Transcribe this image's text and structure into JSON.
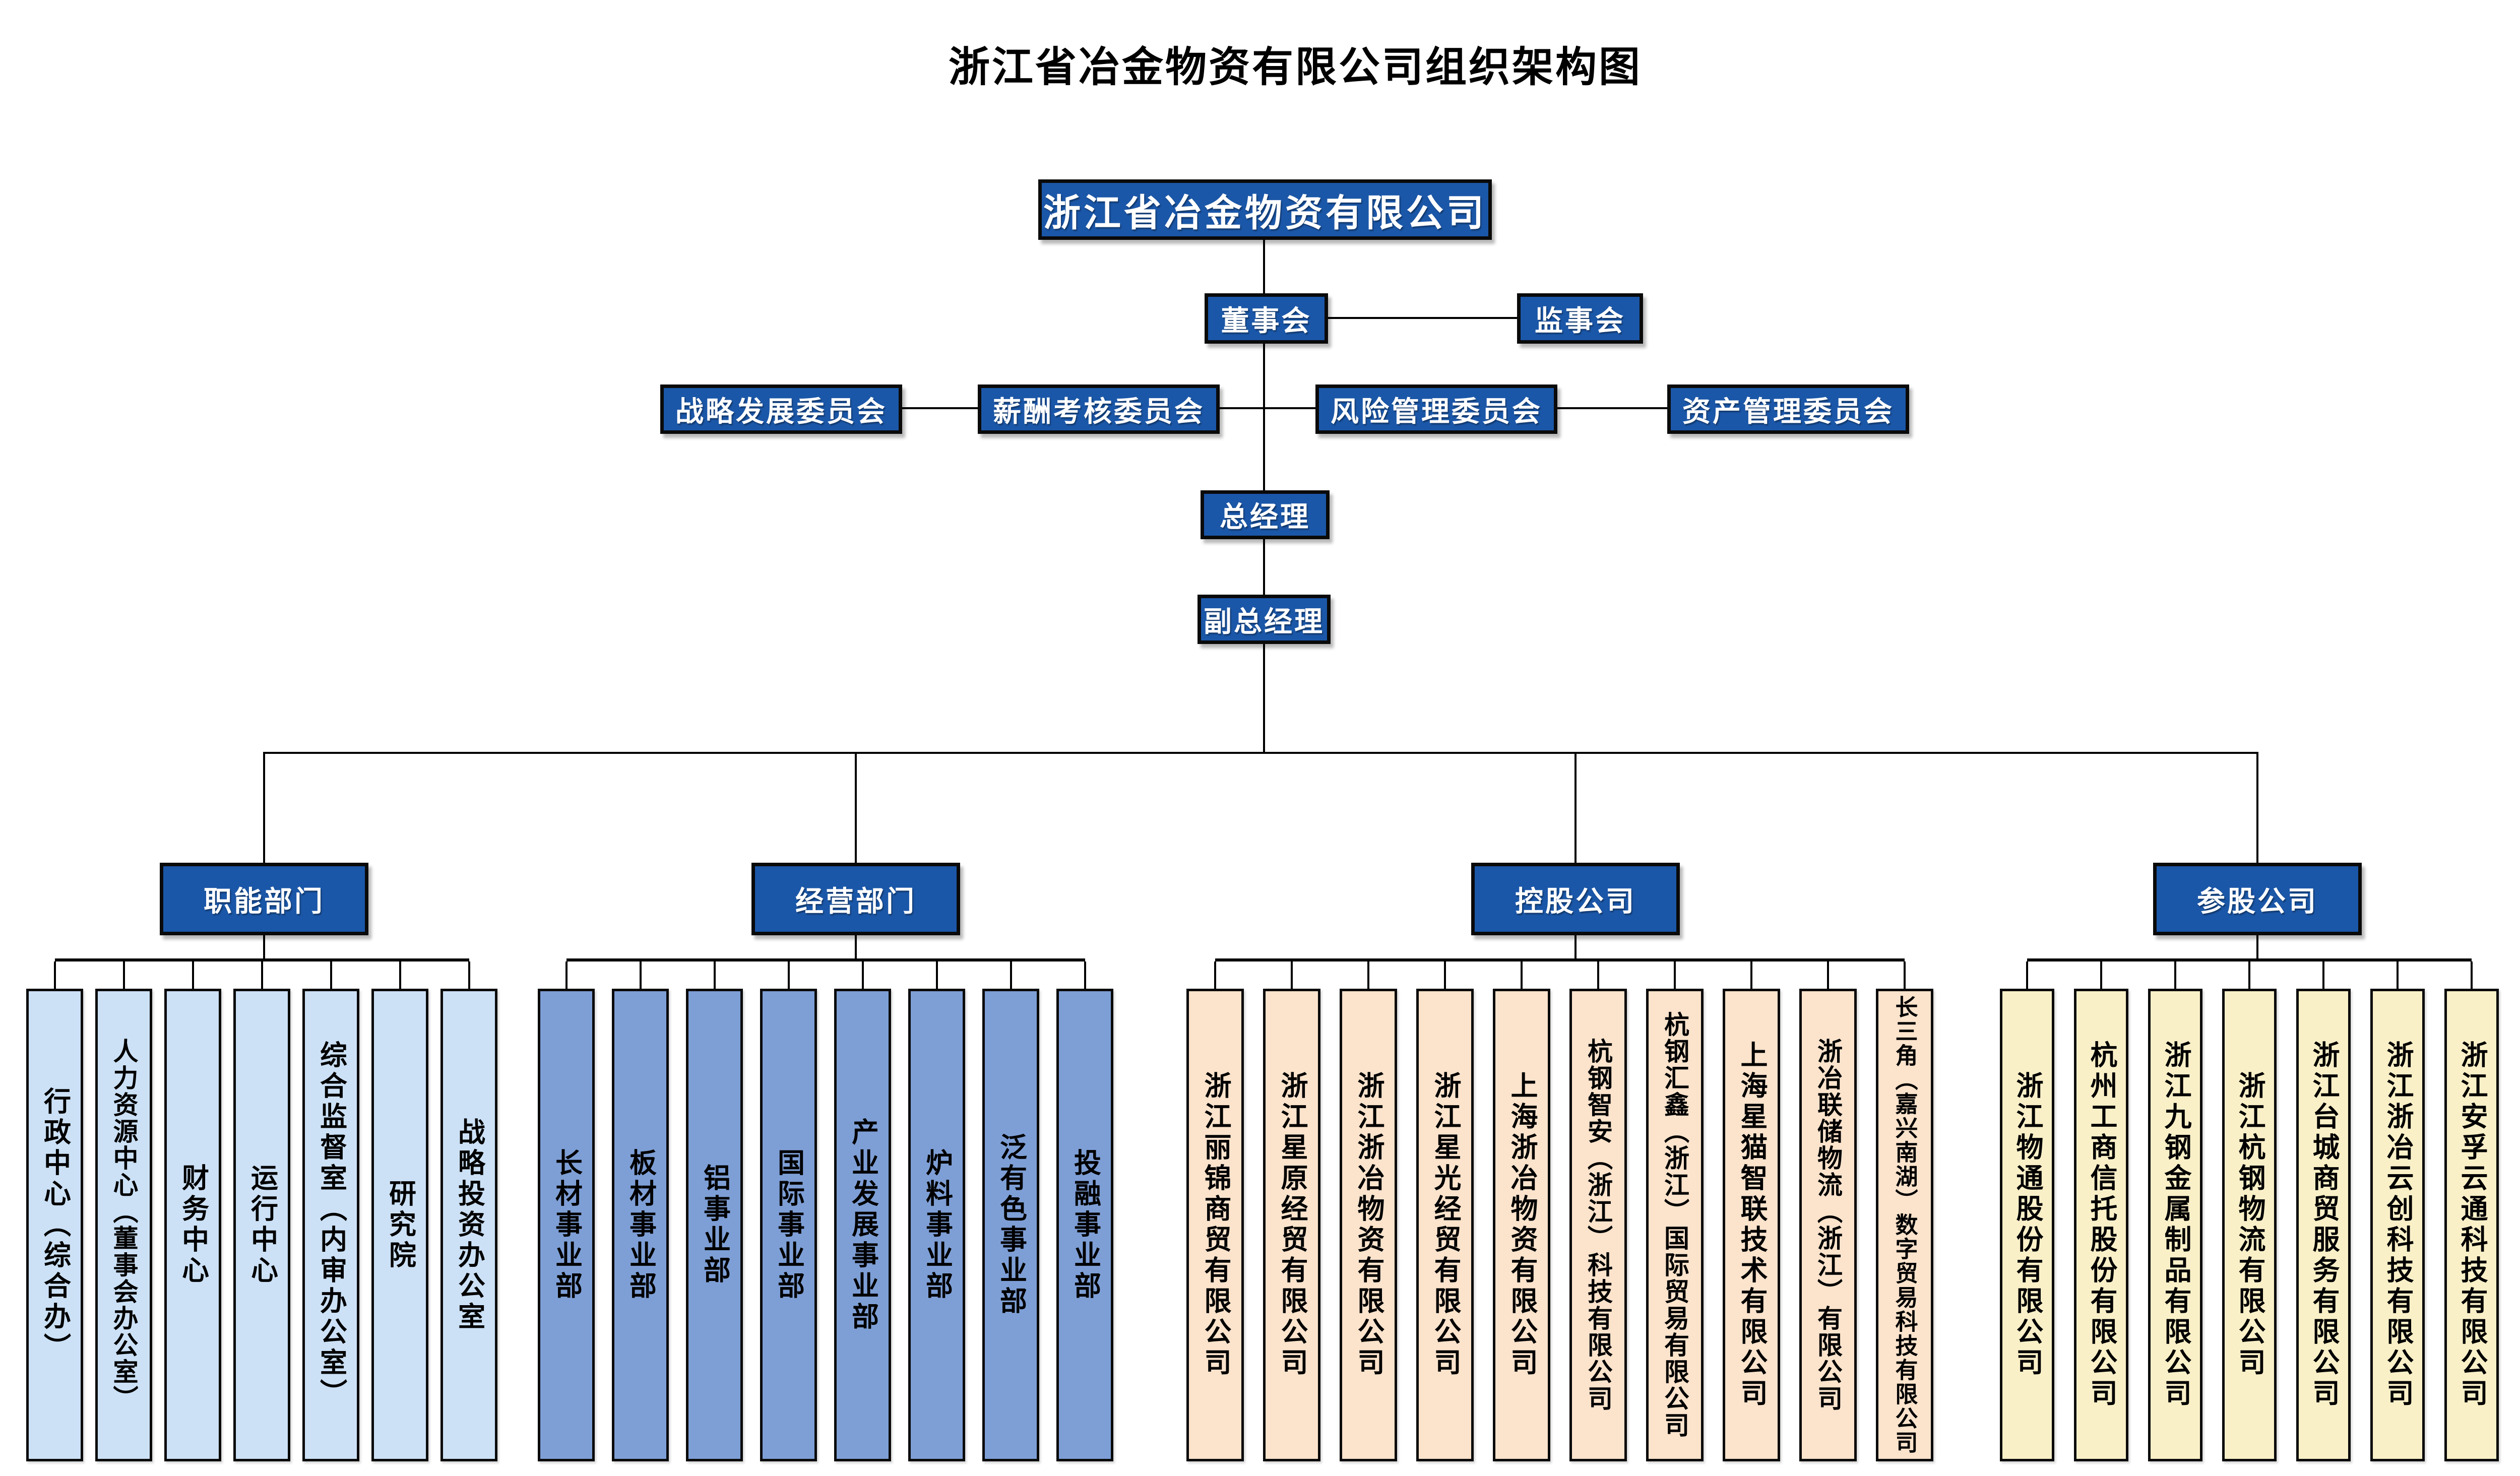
{
  "title": "浙江省冶金物资有限公司组织架构图",
  "root": {
    "label": "浙江省冶金物资有限公司"
  },
  "governance": {
    "board": "董事会",
    "supervisory": "监事会"
  },
  "committees": [
    "战略发展委员会",
    "薪酬考核委员会",
    "风险管理委员会",
    "资产管理委员会"
  ],
  "management": {
    "gm": "总经理",
    "dgm": "副总经理"
  },
  "branches": [
    {
      "label": "职能部门",
      "fill": "#CCE1F6",
      "items": [
        "行政中心（综合办）",
        "人力资源中心（董事会办公室）",
        "财务中心",
        "运行中心",
        "综合监督室（内审办公室）",
        "研究院",
        "战略投资办公室"
      ]
    },
    {
      "label": "经营部门",
      "fill": "#7E9FD6",
      "items": [
        "长材事业部",
        "板材事业部",
        "铝事业部",
        "国际事业部",
        "产业发展事业部",
        "炉料事业部",
        "泛有色事业部",
        "投融事业部"
      ]
    },
    {
      "label": "控股公司",
      "fill": "#FBE3CC",
      "items": [
        "浙江丽锦商贸有限公司",
        "浙江星原经贸有限公司",
        "浙江浙冶物资有限公司",
        "浙江星光经贸有限公司",
        "上海浙冶物资有限公司",
        "杭钢智安（浙江）科技有限公司",
        "杭钢汇鑫（浙江）国际贸易有限公司",
        "上海星猫智联技术有限公司",
        "浙冶联储物流（浙江）有限公司",
        "长三角（嘉兴南湖）数字贸易科技有限公司"
      ]
    },
    {
      "label": "参股公司",
      "fill": "#FAF0C8",
      "items": [
        "浙江物通股份有限公司",
        "杭州工商信托股份有限公司",
        "浙江九钢金属制品有限公司",
        "浙江杭钢物流有限公司",
        "浙江台城商贸服务有限公司",
        "浙江浙冶云创科技有限公司",
        "浙江安孚云通科技有限公司"
      ]
    }
  ],
  "colors": {
    "node_fill": "#1B57A8",
    "node_text": "#FFFFFF",
    "line": "#000000",
    "functional_fill": "#CCE1F6",
    "business_fill": "#7E9FD6",
    "holding_fill": "#FBE3CC",
    "invested_fill": "#FAF0C8"
  }
}
